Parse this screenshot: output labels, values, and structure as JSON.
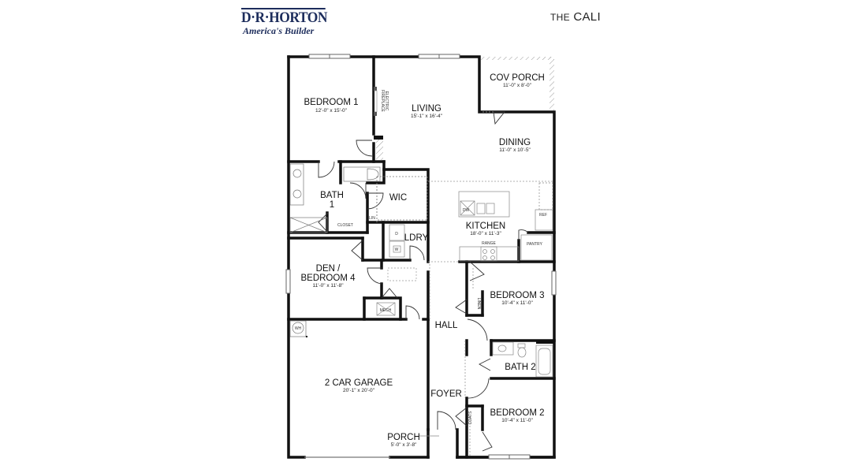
{
  "header": {
    "logo": {
      "main": "D·R·HORTON",
      "tagline": "America's Builder"
    },
    "plan_title_prefix": "THE",
    "plan_title_name": "CALI"
  },
  "rooms": {
    "bedroom1": {
      "name": "BEDROOM 1",
      "dims": "12'-0\" x 15'-0\""
    },
    "living": {
      "name": "LIVING",
      "dims": "15'-1\" x 16'-4\""
    },
    "cov_porch": {
      "name": "COV PORCH",
      "dims": "11'-0\" x 8'-0\""
    },
    "dining": {
      "name": "DINING",
      "dims": "11'-0\" x 10'-5\""
    },
    "bath1": {
      "name": "BATH",
      "name2": "1"
    },
    "wic": {
      "name": "WIC"
    },
    "kitchen": {
      "name": "KITCHEN",
      "dims": "18'-0\" x 11'-3\""
    },
    "ldry": {
      "name": "LDRY"
    },
    "den": {
      "name": "DEN /",
      "name2": "BEDROOM 4",
      "dims": "11'-0\" x 11'-8\""
    },
    "bedroom3": {
      "name": "BEDROOM 3",
      "dims": "10'-4\" x 11'-0\""
    },
    "hall": {
      "name": "HALL"
    },
    "bath2": {
      "name": "BATH 2"
    },
    "garage": {
      "name": "2 CAR GARAGE",
      "dims": "20'-1\" x 20'-0\""
    },
    "foyer": {
      "name": "FOYER"
    },
    "bedroom2": {
      "name": "BEDROOM 2",
      "dims": "10'-4\" x 11'-0\""
    },
    "porch": {
      "name": "PORCH",
      "dims": "5'-0\" x 3'-8\""
    }
  },
  "fixtures": {
    "fireplace_1": "ELECTRIC",
    "fireplace_2": "FIREPLACE",
    "closet": "CLOSET",
    "lin": "LIN",
    "dw": "DW",
    "ref": "REF",
    "range": "RANGE",
    "pantry": "PANTRY",
    "dryer": "D",
    "washer": "W",
    "mech": "MECH",
    "linen": "LINEN",
    "wh": "WH",
    "coats": "COATS"
  },
  "colors": {
    "wall": "#111111",
    "brand": "#1d2d5c",
    "hatch": "#999999",
    "fixture": "#777777"
  }
}
